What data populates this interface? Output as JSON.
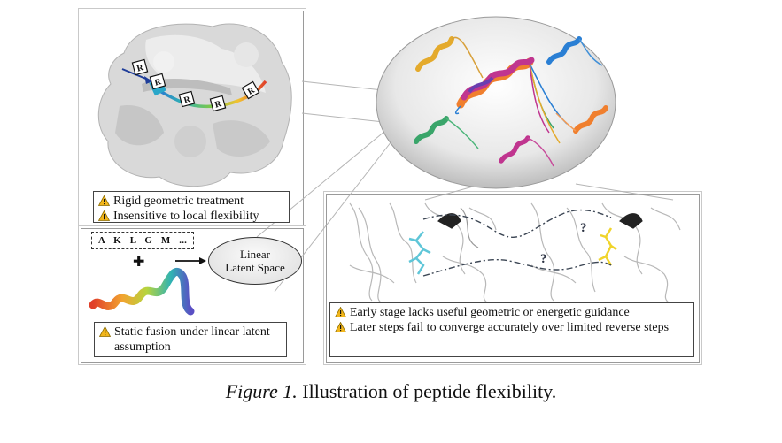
{
  "left_panel": {
    "residue_marker": "R",
    "warnings_top": [
      "Rigid geometric treatment",
      "Insensitive to local flexibility"
    ],
    "sequence": "A - K - L - G - M - ...",
    "plus_sign": "✚",
    "latent_label_line1": "Linear",
    "latent_label_line2": "Latent Space",
    "warning_bottom": "Static fusion under linear latent assumption"
  },
  "right_panel": {
    "question_mark": "?",
    "warnings": [
      "Early stage lacks useful geometric or energetic guidance",
      "Later steps fail to converge accurately over limited reverse steps"
    ]
  },
  "caption": {
    "label": "Figure 1.",
    "text": "Illustration of peptide flexibility."
  },
  "colors": {
    "warning_yellow": "#f2b61b",
    "panel_border": "#9a9a9a",
    "helix_magenta": "#c0358f",
    "helix_orange": "#f07f2e",
    "helix_blue": "#2a7fd4",
    "helix_green": "#3aa56a",
    "helix_gold": "#e4aa2c",
    "ligand_cyan": "#5fc6d8",
    "ligand_yellow": "#f0d42a"
  },
  "icons": [
    "warning-icon",
    "arrow-right-icon",
    "plus-icon",
    "question-mark-icon"
  ]
}
